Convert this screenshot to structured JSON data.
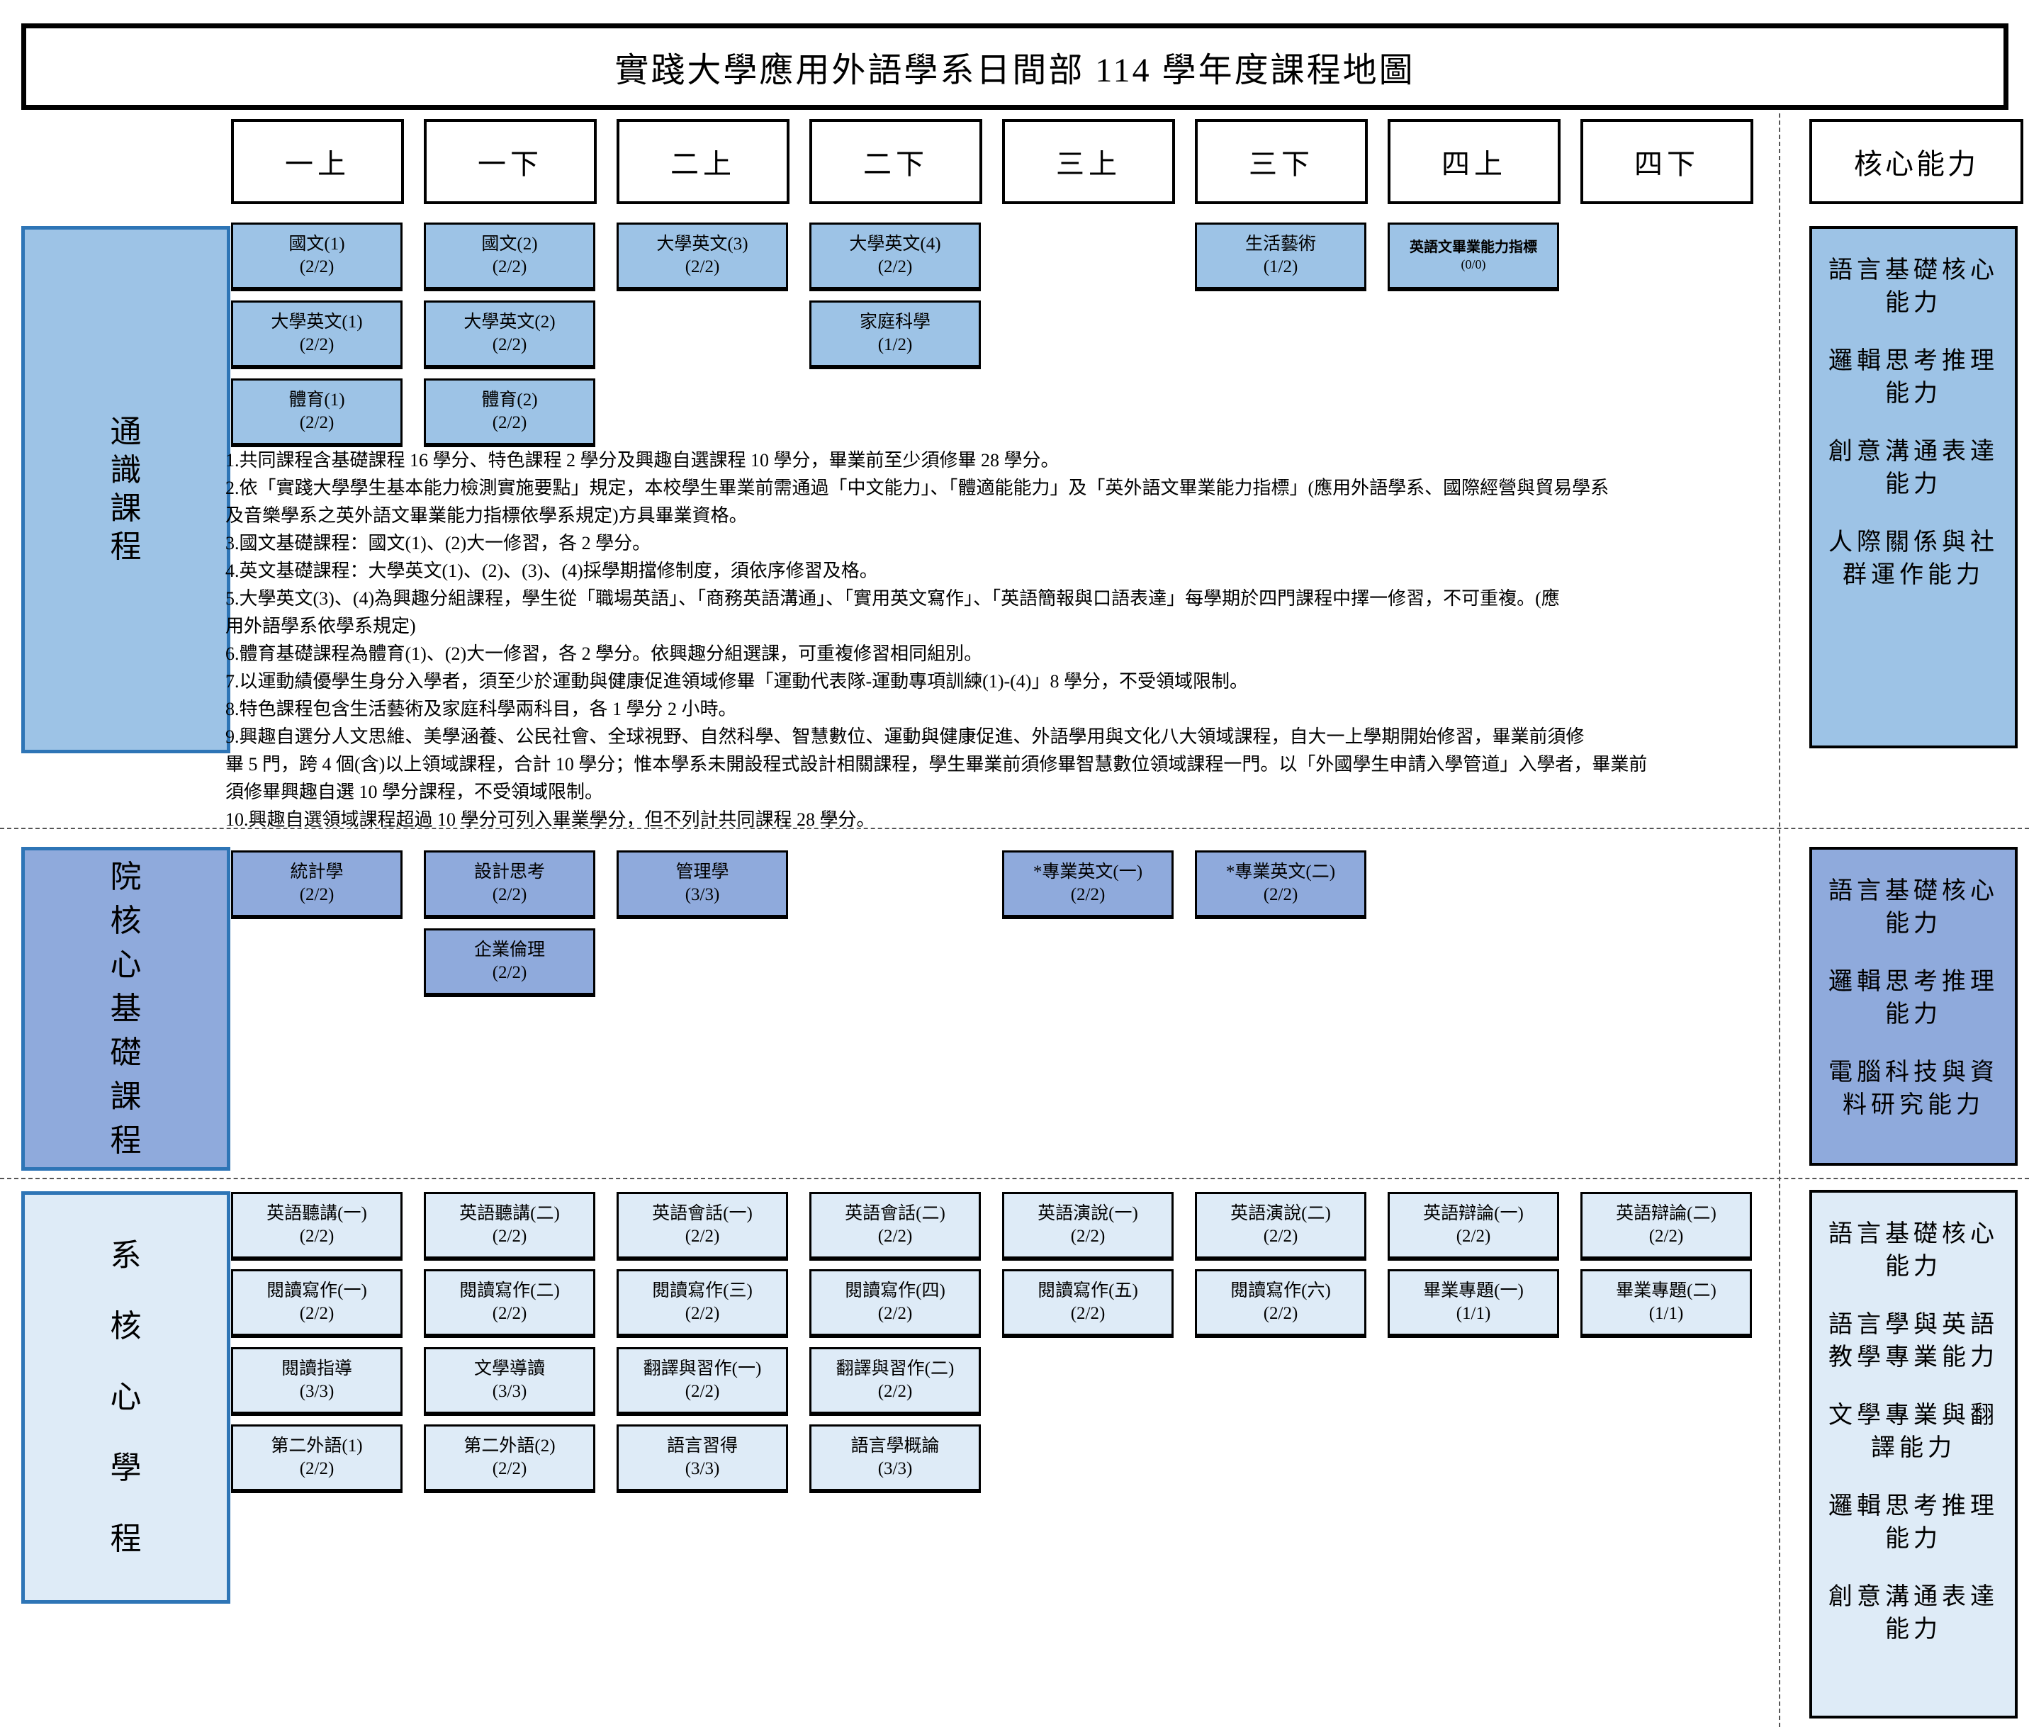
{
  "title": "實踐大學應用外語學系日間部 114 學年度課程地圖",
  "semesters": [
    "一上",
    "一下",
    "二上",
    "二下",
    "三上",
    "三下",
    "四上",
    "四下"
  ],
  "core_header": "核心能力",
  "colors": {
    "general_fill": "#9DC3E6",
    "college_fill": "#8FAADC",
    "department_fill": "#DEEBF7",
    "label_border": "#2E75B6"
  },
  "general": {
    "label": "通識課程",
    "courses": [
      {
        "name": "國文(1)",
        "credits": "(2/2)"
      },
      {
        "name": "國文(2)",
        "credits": "(2/2)"
      },
      {
        "name": "大學英文(3)",
        "credits": "(2/2)"
      },
      {
        "name": "大學英文(4)",
        "credits": "(2/2)"
      },
      {
        "name": "生活藝術",
        "credits": "(1/2)"
      },
      {
        "name": "英語文畢業能力指標",
        "credits": "(0/0)"
      },
      {
        "name": "大學英文(1)",
        "credits": "(2/2)"
      },
      {
        "name": "大學英文(2)",
        "credits": "(2/2)"
      },
      {
        "name": "家庭科學",
        "credits": "(1/2)"
      },
      {
        "name": "體育(1)",
        "credits": "(2/2)"
      },
      {
        "name": "體育(2)",
        "credits": "(2/2)"
      }
    ],
    "notes": [
      "1.共同課程含基礎課程 16 學分、特色課程 2 學分及興趣自選課程 10 學分，畢業前至少須修畢 28 學分。",
      "2.依「實踐大學學生基本能力檢測實施要點」規定，本校學生畢業前需通過「中文能力」、「體適能能力」及「英外語文畢業能力指標」(應用外語學系、國際經營與貿易學系",
      "及音樂學系之英外語文畢業能力指標依學系規定)方具畢業資格。",
      "3.國文基礎課程：國文(1)、(2)大一修習，各 2 學分。",
      "4.英文基礎課程：大學英文(1)、(2)、(3)、(4)採學期擋修制度，須依序修習及格。",
      "5.大學英文(3)、(4)為興趣分組課程，學生從「職場英語」、「商務英語溝通」、「實用英文寫作」、「英語簡報與口語表達」每學期於四門課程中擇一修習，不可重複。(應",
      "用外語學系依學系規定)",
      "6.體育基礎課程為體育(1)、(2)大一修習，各 2 學分。依興趣分組選課，可重複修習相同組別。",
      "7.以運動績優學生身分入學者，須至少於運動與健康促進領域修畢「運動代表隊-運動專項訓練(1)-(4)」8 學分，不受領域限制。",
      "8.特色課程包含生活藝術及家庭科學兩科目，各 1 學分 2 小時。",
      "9.興趣自選分人文思維、美學涵養、公民社會、全球視野、自然科學、智慧數位、運動與健康促進、外語學用與文化八大領域課程，自大一上學期開始修習，畢業前須修",
      "畢 5 門，跨 4 個(含)以上領域課程，合計 10 學分；惟本學系未開設程式設計相關課程，學生畢業前須修畢智慧數位領域課程一門。以「外國學生申請入學管道」入學者，畢業前",
      "須修畢興趣自選 10 學分課程，不受領域限制。",
      "10.興趣自選領域課程超過 10 學分可列入畢業學分，但不列計共同課程 28 學分。"
    ],
    "competencies": [
      "語言基礎核心能力",
      "邏輯思考推理能力",
      "創意溝通表達能力",
      "人際關係與社群運作能力"
    ]
  },
  "college": {
    "label": "院核心基礎課程",
    "courses": [
      {
        "name": "統計學",
        "credits": "(2/2)"
      },
      {
        "name": "設計思考",
        "credits": "(2/2)"
      },
      {
        "name": "管理學",
        "credits": "(3/3)"
      },
      {
        "name": "*專業英文(一)",
        "credits": "(2/2)"
      },
      {
        "name": "*專業英文(二)",
        "credits": "(2/2)"
      },
      {
        "name": "企業倫理",
        "credits": "(2/2)"
      }
    ],
    "competencies": [
      "語言基礎核心能力",
      "邏輯思考推理能力",
      "電腦科技與資料研究能力"
    ]
  },
  "department": {
    "label": "系核心學程",
    "courses": [
      {
        "name": "英語聽講(一)",
        "credits": "(2/2)"
      },
      {
        "name": "英語聽講(二)",
        "credits": "(2/2)"
      },
      {
        "name": "英語會話(一)",
        "credits": "(2/2)"
      },
      {
        "name": "英語會話(二)",
        "credits": "(2/2)"
      },
      {
        "name": "英語演說(一)",
        "credits": "(2/2)"
      },
      {
        "name": "英語演說(二)",
        "credits": "(2/2)"
      },
      {
        "name": "英語辯論(一)",
        "credits": "(2/2)"
      },
      {
        "name": "英語辯論(二)",
        "credits": "(2/2)"
      },
      {
        "name": "閱讀寫作(一)",
        "credits": "(2/2)"
      },
      {
        "name": "閱讀寫作(二)",
        "credits": "(2/2)"
      },
      {
        "name": "閱讀寫作(三)",
        "credits": "(2/2)"
      },
      {
        "name": "閱讀寫作(四)",
        "credits": "(2/2)"
      },
      {
        "name": "閱讀寫作(五)",
        "credits": "(2/2)"
      },
      {
        "name": "閱讀寫作(六)",
        "credits": "(2/2)"
      },
      {
        "name": "畢業專題(一)",
        "credits": "(1/1)"
      },
      {
        "name": "畢業專題(二)",
        "credits": "(1/1)"
      },
      {
        "name": "閱讀指導",
        "credits": "(3/3)"
      },
      {
        "name": "文學導讀",
        "credits": "(3/3)"
      },
      {
        "name": "翻譯與習作(一)",
        "credits": "(2/2)"
      },
      {
        "name": "翻譯與習作(二)",
        "credits": "(2/2)"
      },
      {
        "name": "第二外語(1)",
        "credits": "(2/2)"
      },
      {
        "name": "第二外語(2)",
        "credits": "(2/2)"
      },
      {
        "name": "語言習得",
        "credits": "(3/3)"
      },
      {
        "name": "語言學概論",
        "credits": "(3/3)"
      }
    ],
    "competencies": [
      "語言基礎核心能力",
      "語言學與英語教學專業能力",
      "文學專業與翻譯能力",
      "邏輯思考推理能力",
      "創意溝通表達能力"
    ]
  }
}
